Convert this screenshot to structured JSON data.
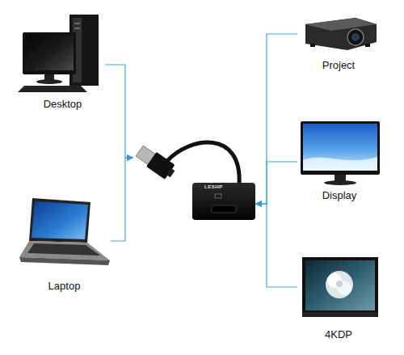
{
  "diagram": {
    "nodes": [
      {
        "text": [
          "Desktop"
        ]
      },
      {
        "text": [
          "Laptop"
        ]
      },
      {
        "text": [
          "LESHP"
        ]
      },
      {
        "text": [
          "Project"
        ]
      },
      {
        "text": [
          "Display"
        ]
      },
      {
        "text": [
          "4KDP"
        ]
      }
    ],
    "edges": [
      {
        "from": 0,
        "to": 2,
        "arrow": "to"
      },
      {
        "from": 1,
        "to": 2,
        "arrow": "to"
      },
      {
        "from": 3,
        "to": 2,
        "arrow": "to"
      },
      {
        "from": 4,
        "to": 2,
        "arrow": "to"
      },
      {
        "from": 5,
        "to": 2,
        "arrow": "to"
      }
    ]
  }
}
